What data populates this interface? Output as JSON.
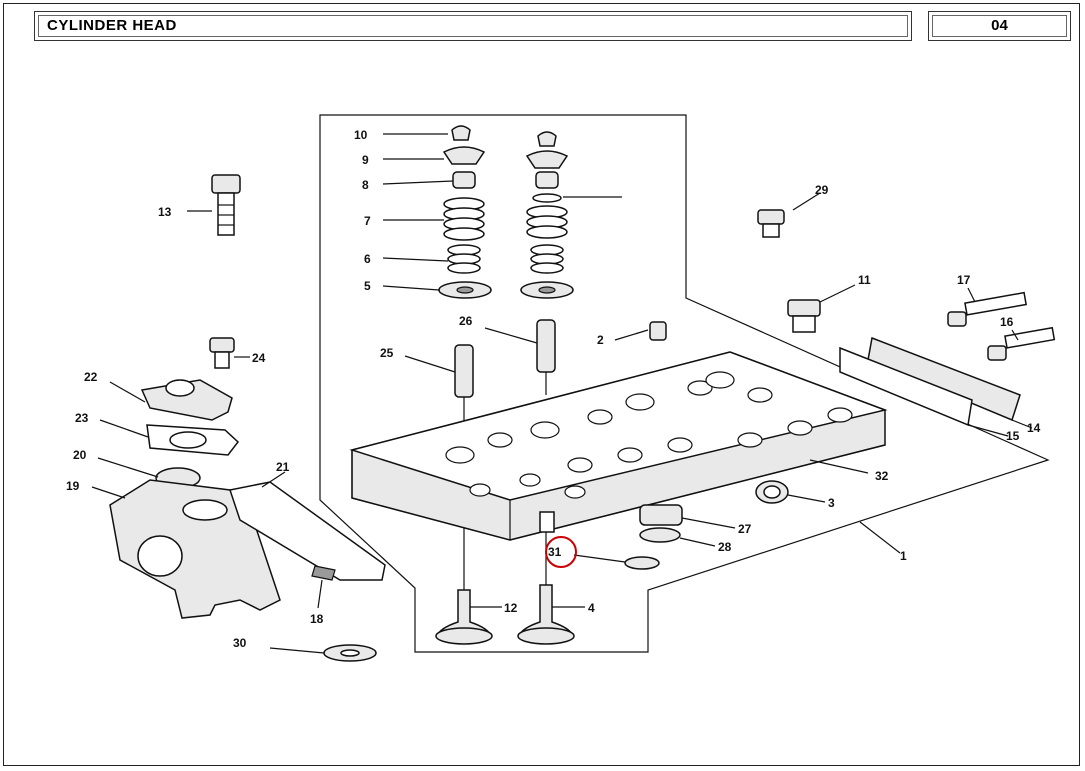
{
  "header": {
    "title": "CYLINDER HEAD",
    "section_number": "04"
  },
  "callouts": [
    {
      "id": "1",
      "label": "1"
    },
    {
      "id": "2",
      "label": "2"
    },
    {
      "id": "3",
      "label": "3"
    },
    {
      "id": "4",
      "label": "4"
    },
    {
      "id": "5",
      "label": "5"
    },
    {
      "id": "6",
      "label": "6"
    },
    {
      "id": "7",
      "label": "7"
    },
    {
      "id": "8",
      "label": "8"
    },
    {
      "id": "9",
      "label": "9"
    },
    {
      "id": "10",
      "label": "10"
    },
    {
      "id": "11",
      "label": "11"
    },
    {
      "id": "12",
      "label": "12"
    },
    {
      "id": "13",
      "label": "13"
    },
    {
      "id": "14",
      "label": "14"
    },
    {
      "id": "15",
      "label": "15"
    },
    {
      "id": "16",
      "label": "16"
    },
    {
      "id": "17",
      "label": "17"
    },
    {
      "id": "18",
      "label": "18"
    },
    {
      "id": "19",
      "label": "19"
    },
    {
      "id": "20",
      "label": "20"
    },
    {
      "id": "21",
      "label": "21"
    },
    {
      "id": "22",
      "label": "22"
    },
    {
      "id": "23",
      "label": "23"
    },
    {
      "id": "24",
      "label": "24"
    },
    {
      "id": "25",
      "label": "25"
    },
    {
      "id": "26",
      "label": "26"
    },
    {
      "id": "27",
      "label": "27"
    },
    {
      "id": "28",
      "label": "28"
    },
    {
      "id": "29",
      "label": "29"
    },
    {
      "id": "30",
      "label": "30"
    },
    {
      "id": "31",
      "label": "31",
      "highlighted": true
    },
    {
      "id": "32",
      "label": "32"
    }
  ],
  "highlight_color": "#cc0000"
}
